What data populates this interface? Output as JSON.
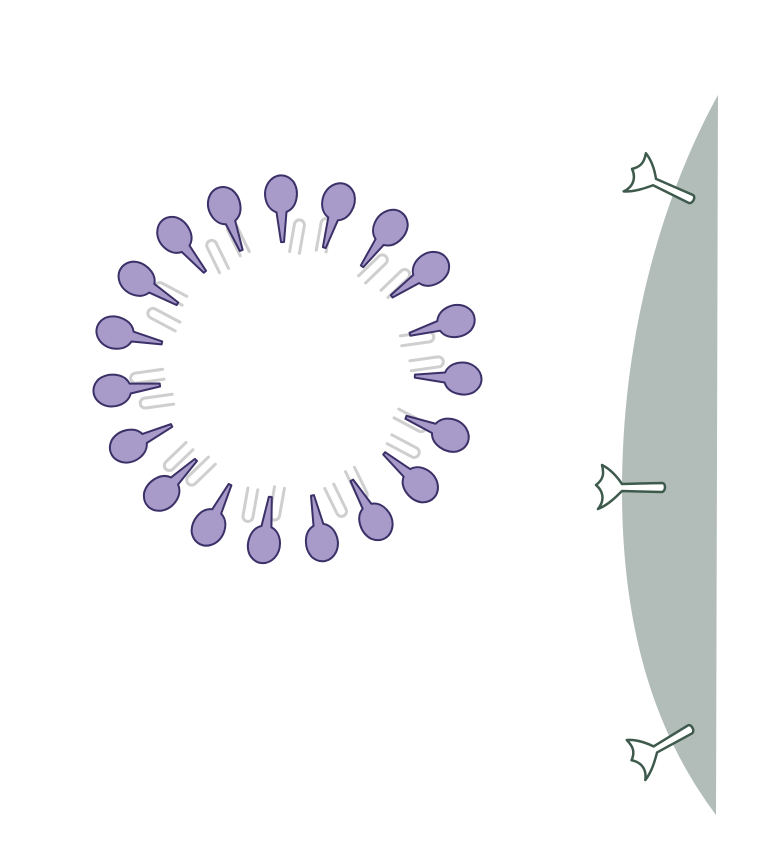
{
  "diagram": {
    "nanoparticle": {
      "lipid_count": 19,
      "tail_pair_count": 10,
      "head_fill": "#a89bca",
      "head_stroke": "#3b3168",
      "tail_stroke": "#cfcfcf"
    },
    "cell": {
      "membrane_fill": "#b2bdb9",
      "receptor_count": 3,
      "receptor_stroke": "#3e5a4d",
      "receptor_fill": "#ffffff"
    }
  }
}
